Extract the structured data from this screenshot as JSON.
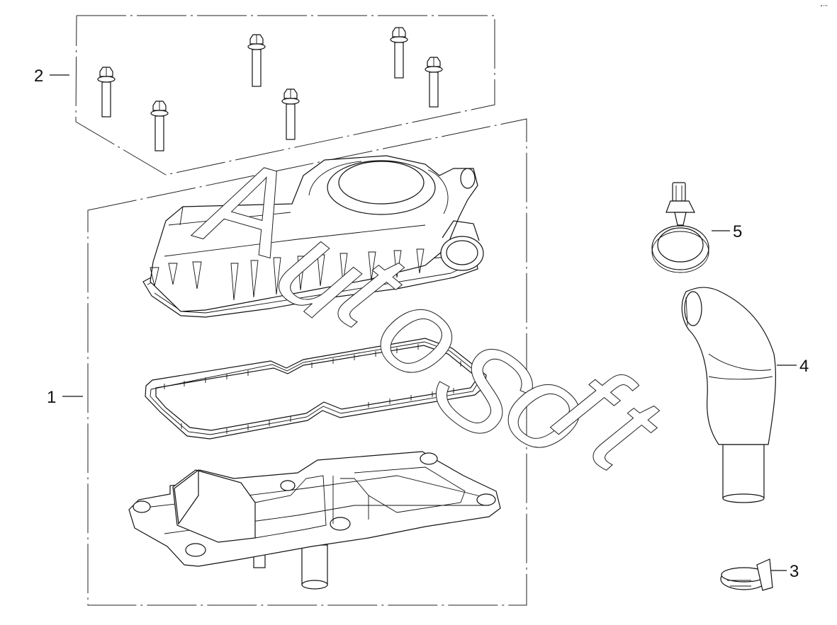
{
  "diagram": {
    "corner_tag": "▲▪ ▪▪▪",
    "watermark": [
      "A",
      "u",
      "t",
      "o",
      "S",
      "o",
      "f",
      "t"
    ],
    "callouts": [
      {
        "id": "1",
        "part": "valve-cover-assembly"
      },
      {
        "id": "2",
        "part": "bolt-set"
      },
      {
        "id": "3",
        "part": "small-clamp"
      },
      {
        "id": "4",
        "part": "breather-hose"
      },
      {
        "id": "5",
        "part": "hose-clamp"
      }
    ],
    "bolt_count": 6
  }
}
